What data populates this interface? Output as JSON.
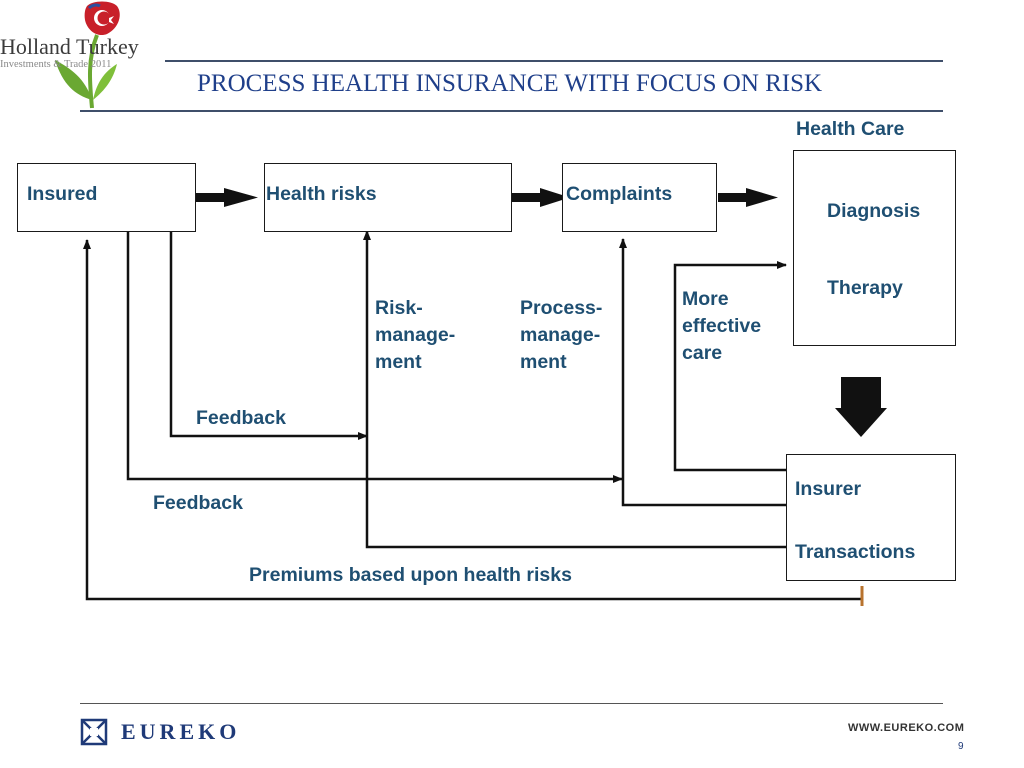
{
  "logo": {
    "line1": "Holland Turkey",
    "line2": "Investments & Trade 2011"
  },
  "title": "PROCESS HEALTH INSURANCE WITH FOCUS ON RISK",
  "diagram": {
    "boxes": {
      "insured": "Insured",
      "health_risks": "Health risks",
      "complaints": "Complaints",
      "health_care_title": "Health Care",
      "diagnosis": "Diagnosis",
      "therapy": "Therapy",
      "insurer": "Insurer",
      "transactions": "Transactions"
    },
    "labels": {
      "risk_management": [
        "Risk-",
        "manage-",
        "ment"
      ],
      "process_management": [
        "Process-",
        "manage-",
        "ment"
      ],
      "more_effective_care": [
        "More",
        "effective",
        "care"
      ],
      "feedback_1": "Feedback",
      "feedback_2": "Feedback",
      "premiums": "Premiums based upon health risks"
    }
  },
  "footer": {
    "brand": "EUREKO",
    "url": "WWW.EUREKO.COM",
    "page_number": "9"
  },
  "colors": {
    "title": "#1f3f8a",
    "labels": "#1f4f72",
    "brand": "#1f3a78",
    "logo_green": "#6aa832",
    "logo_red": "#c8202a"
  }
}
